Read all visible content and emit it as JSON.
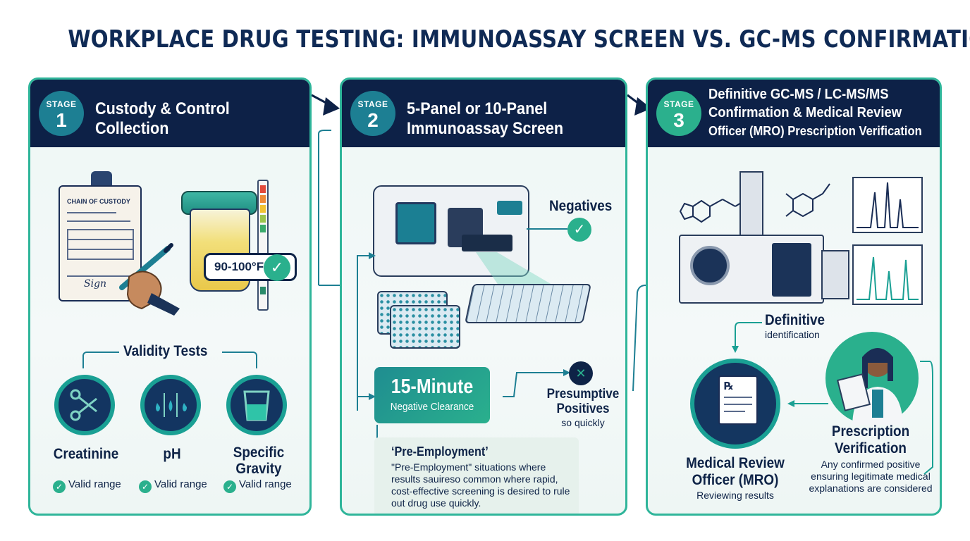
{
  "title": "WORKPLACE DRUG TESTING: IMMUNOASSAY SCREEN VS. GC-MS CONFIRMATION",
  "colors": {
    "navy": "#0d2147",
    "teal": "#1d7f93",
    "green": "#2ab08d",
    "border": "#2fb59a"
  },
  "stage1": {
    "stage_word": "STAGE",
    "stage_num": "1",
    "heading": [
      "Custody & Control",
      "Collection"
    ],
    "clipboard_label": "CHAIN OF CUSTODY",
    "signature": "Sign",
    "temperature": "90-100°F",
    "validity_title": "Validity Tests",
    "tests": [
      {
        "name": "Creatinine",
        "status": "Valid range",
        "icon": "scissors-icon"
      },
      {
        "name": "pH",
        "status": "Valid range",
        "icon": "droplets-icon"
      },
      {
        "name": "Specific Gravity",
        "status": "Valid range",
        "icon": "beaker-icon"
      }
    ]
  },
  "stage2": {
    "stage_word": "STAGE",
    "stage_num": "2",
    "heading": [
      "5-Panel or 10-Panel",
      "Immunoassay Screen"
    ],
    "negatives": "Negatives",
    "clearance_big": "15-Minute",
    "clearance_small": "Negative Clearance",
    "presumptive": [
      "Presumptive",
      "Positives"
    ],
    "presumptive_sub": "so quickly",
    "pre_title": "‘Pre-Employment’",
    "pre_text": "\"Pre-Employment\" situations where results sauireso common where rapid, cost-effective screening is desired to rule out drug use quickly."
  },
  "stage3": {
    "stage_word": "STAGE",
    "stage_num": "3",
    "heading": [
      "Definitive GC-MS / LC-MS/MS",
      "Confirmation & Medical Review",
      "Officer (MRO) Prescription Verification"
    ],
    "definitive": "Definitive",
    "identification": "identification",
    "mro_title": [
      "Medical Review",
      "Officer (MRO)"
    ],
    "mro_sub": "Reviewing results",
    "pv_title": [
      "Prescription",
      "Verification"
    ],
    "pv_sub": "Any confirmed positive ensuring legitimate medical explanations are considered"
  }
}
